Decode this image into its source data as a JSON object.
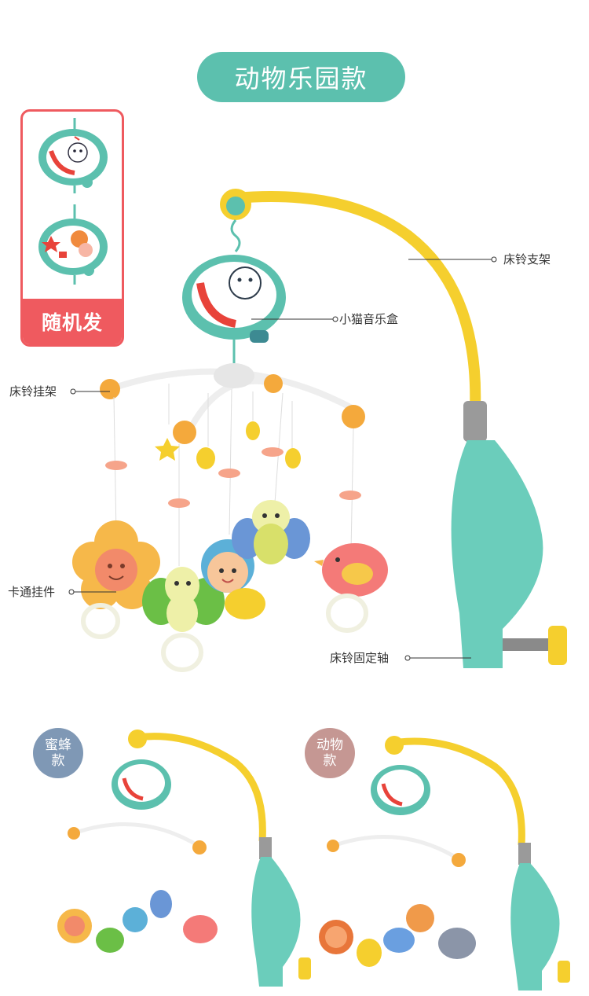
{
  "header": {
    "title": "动物乐园款"
  },
  "random_box": {
    "label": "随机发"
  },
  "callouts": {
    "bed_bell_stand": "床铃支架",
    "kitten_music_box": "小猫音乐盒",
    "bed_bell_hanger": "床铃挂架",
    "cartoon_pendants": "卡通挂件",
    "bed_bell_fixed_shaft": "床铃固定轴"
  },
  "variants": {
    "bee": {
      "label": "蜜蜂款",
      "line1": "蜜蜂",
      "line2": "款",
      "color": "#7f98b5"
    },
    "animal": {
      "label": "动物款",
      "line1": "动物",
      "line2": "款",
      "color": "#c59793"
    }
  },
  "colors": {
    "accent_teal": "#5cc0ae",
    "random_red": "#ef5a5f",
    "arm_yellow": "#f5cf2e",
    "base_teal": "#6bcdbb"
  },
  "icons": {
    "music_box": "music-box-icon",
    "mobile": "baby-mobile-icon"
  }
}
